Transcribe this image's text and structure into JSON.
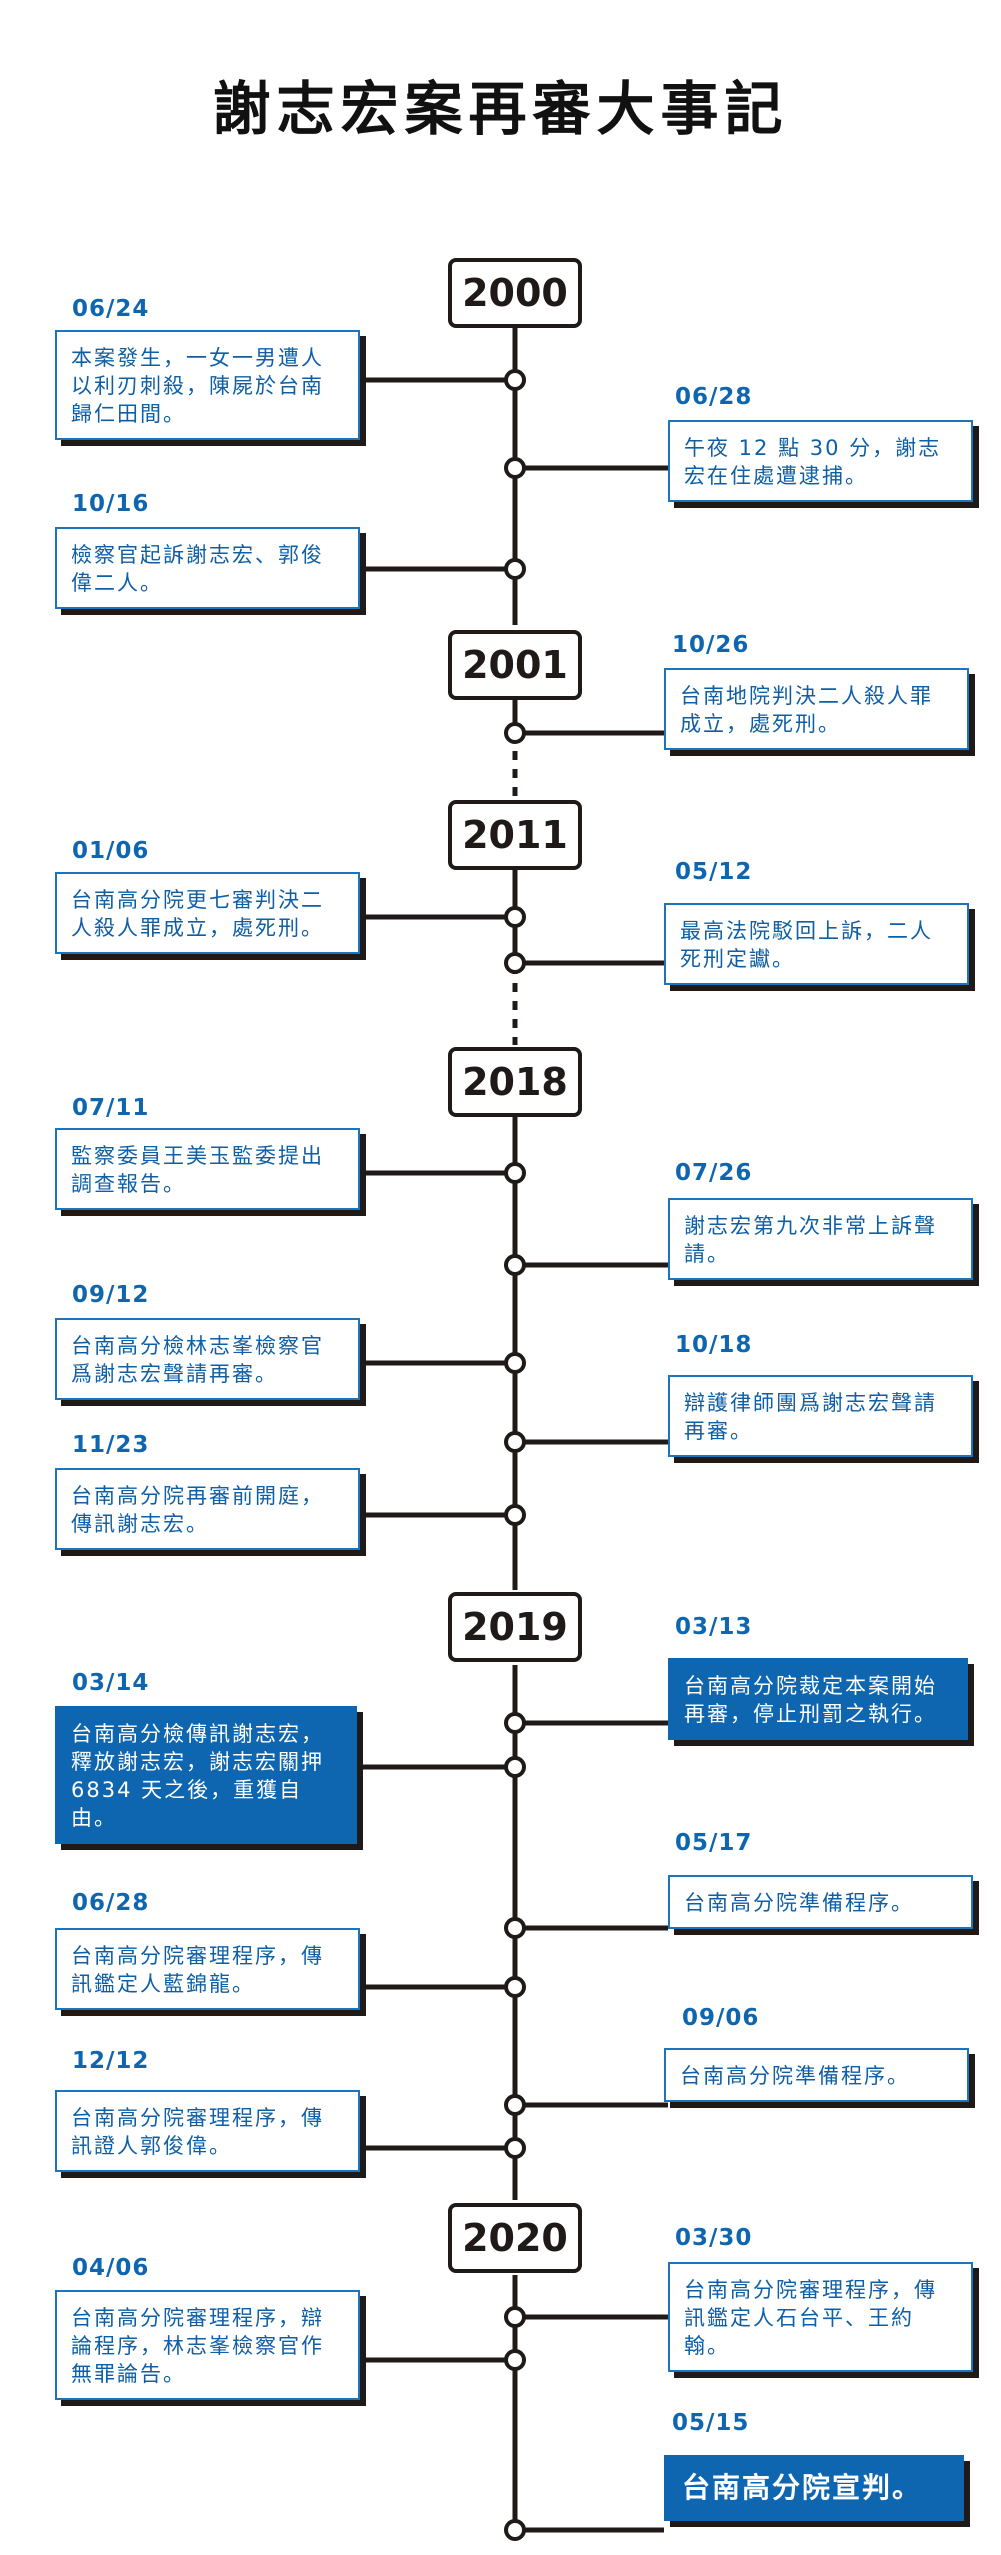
{
  "title": "謝志宏案再審大事記",
  "years": [
    "2000",
    "2001",
    "2011",
    "2018",
    "2019",
    "2020"
  ],
  "events": [
    {
      "date": "06/24",
      "text": "本案發生，一女一男遭人以利刃刺殺，陳屍於台南歸仁田間。"
    },
    {
      "date": "06/28",
      "text": "午夜 12 點 30 分，謝志宏在住處遭逮捕。"
    },
    {
      "date": "10/16",
      "text": "檢察官起訴謝志宏、郭俊偉二人。"
    },
    {
      "date": "10/26",
      "text": "台南地院判決二人殺人罪成立，處死刑。"
    },
    {
      "date": "01/06",
      "text": "台南高分院更七審判決二人殺人罪成立，處死刑。"
    },
    {
      "date": "05/12",
      "text": "最高法院駁回上訴，二人死刑定讞。"
    },
    {
      "date": "07/11",
      "text": "監察委員王美玉監委提出調查報告。"
    },
    {
      "date": "07/26",
      "text": "謝志宏第九次非常上訴聲請。"
    },
    {
      "date": "09/12",
      "text": "台南高分檢林志峯檢察官爲謝志宏聲請再審。"
    },
    {
      "date": "10/18",
      "text": "辯護律師團爲謝志宏聲請再審。"
    },
    {
      "date": "11/23",
      "text": "台南高分院再審前開庭，傳訊謝志宏。"
    },
    {
      "date": "03/13",
      "text": "台南高分院裁定本案開始再審，停止刑罰之執行。"
    },
    {
      "date": "03/14",
      "text": "台南高分檢傳訊謝志宏，釋放謝志宏，謝志宏關押 6834 天之後，重獲自由。"
    },
    {
      "date": "05/17",
      "text": "台南高分院準備程序。"
    },
    {
      "date": "06/28",
      "text": "台南高分院審理程序，傳訊鑑定人藍錦龍。"
    },
    {
      "date": "09/06",
      "text": "台南高分院準備程序。"
    },
    {
      "date": "12/12",
      "text": "台南高分院審理程序，傳訊證人郭俊偉。"
    },
    {
      "date": "03/30",
      "text": "台南高分院審理程序，傳訊鑑定人石台平、王約翰。"
    },
    {
      "date": "04/06",
      "text": "台南高分院審理程序，辯論程序，林志峯檢察官作無罪論告。"
    },
    {
      "date": "05/15",
      "text": "台南高分院宣判。"
    }
  ],
  "colors": {
    "accent": "#0f66b0",
    "line": "#1f1a18",
    "text": "#0f5fa6"
  }
}
